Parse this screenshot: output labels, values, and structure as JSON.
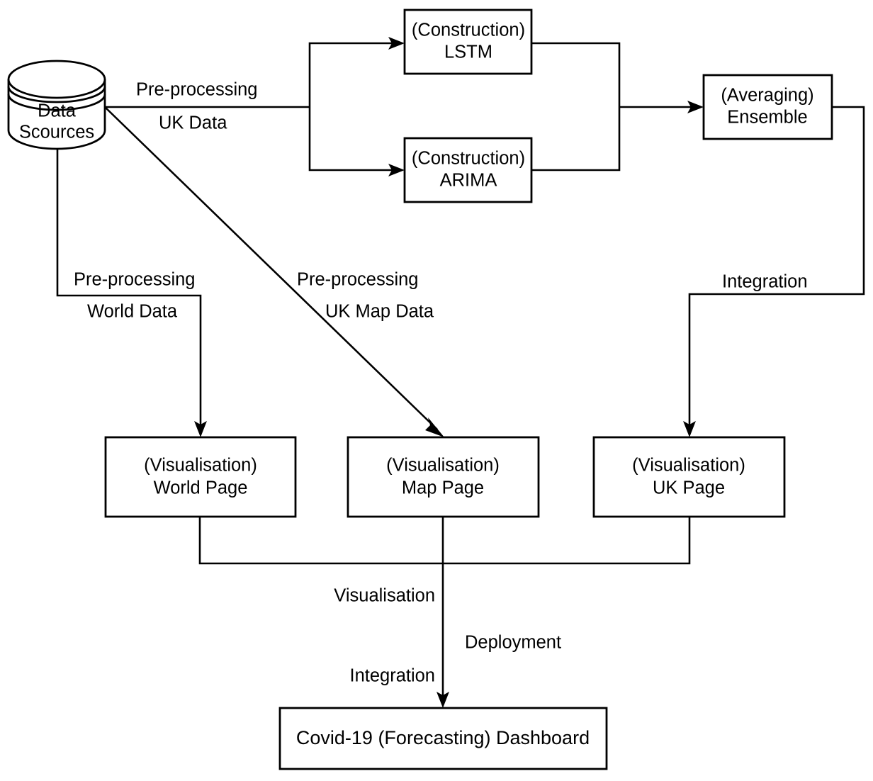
{
  "diagram": {
    "title": "Covid-19 Forecasting Dashboard System Architecture",
    "background_color": "#ffffff",
    "line_color": "#000000",
    "nodes": {
      "data_sources": {
        "shape": "cylinder",
        "line1": "Data",
        "line2": "Scources"
      },
      "lstm": {
        "shape": "rectangle",
        "line1": "(Construction)",
        "line2": "LSTM"
      },
      "arima": {
        "shape": "rectangle",
        "line1": "(Construction)",
        "line2": "ARIMA"
      },
      "ensemble": {
        "shape": "rectangle",
        "line1": "(Averaging)",
        "line2": "Ensemble"
      },
      "world_page": {
        "shape": "rectangle",
        "line1": "(Visualisation)",
        "line2": "World Page"
      },
      "map_page": {
        "shape": "rectangle",
        "line1": "(Visualisation)",
        "line2": "Map Page"
      },
      "uk_page": {
        "shape": "rectangle",
        "line1": "(Visualisation)",
        "line2": "UK Page"
      },
      "dashboard": {
        "shape": "rectangle",
        "line1": "Covid-19 (Forecasting) Dashboard"
      }
    },
    "edge_labels": {
      "uk_data_top": "Pre-processing",
      "uk_data_bottom": "UK Data",
      "world_data_top": "Pre-processing",
      "world_data_bottom": "World Data",
      "uk_map_data_top": "Pre-processing",
      "uk_map_data_bottom": "UK Map Data",
      "integration_right": "Integration",
      "visualisation": "Visualisation",
      "deployment": "Deployment",
      "integration_bottom": "Integration"
    }
  }
}
